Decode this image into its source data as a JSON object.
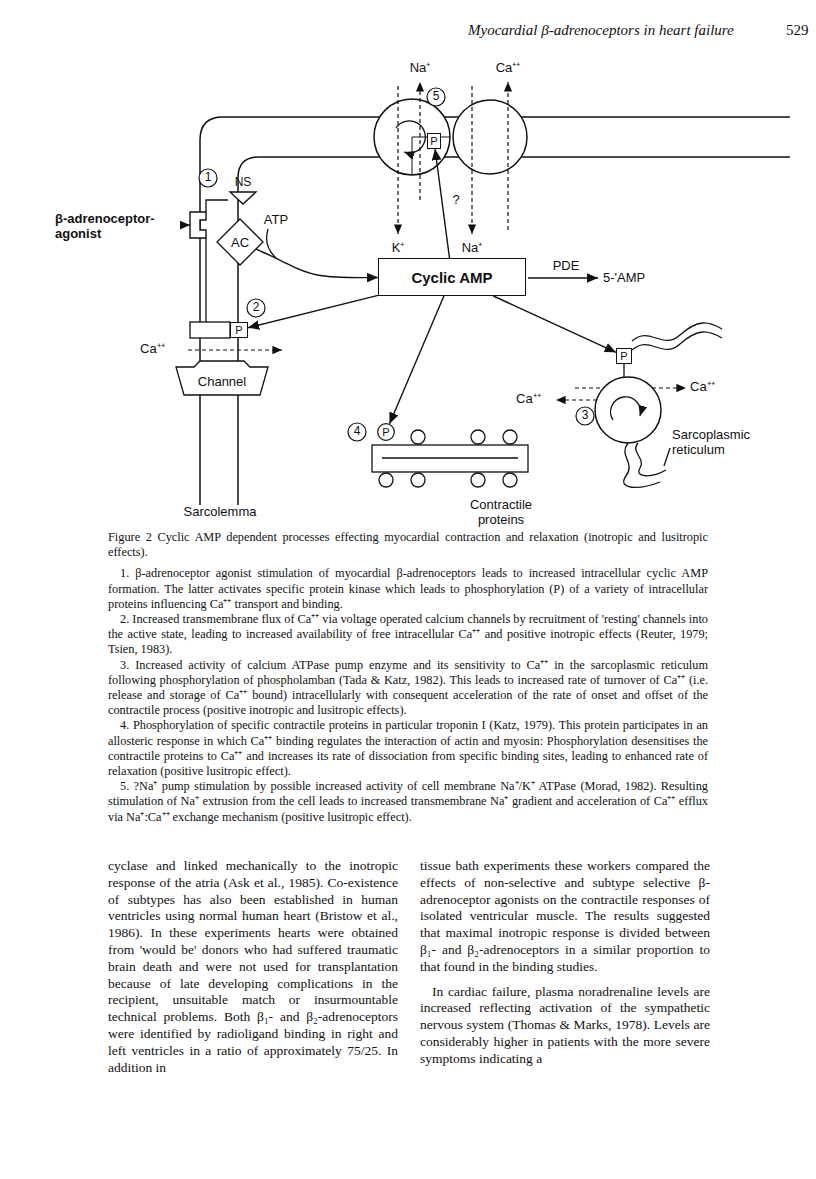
{
  "diagram": {
    "title": "Myocardial β-adrenoceptors in heart failure",
    "caption": "Figure 2 Cyclic AMP dependent processes effecting myocardial contraction and relaxation (inotropic and lusitropic effects).",
    "nodes": [
      {
        "text": [
          "P"
        ]
      },
      {
        "text": [
          "NS"
        ]
      },
      {
        "text": [
          "AC"
        ]
      },
      {
        "text": [
          "Cyclic AMP"
        ]
      },
      {
        "text": [
          "P"
        ]
      },
      {
        "text": [
          "P"
        ]
      },
      {
        "text": [
          "Channel"
        ]
      },
      {
        "text": [
          "P"
        ]
      }
    ],
    "edges": [
      {
        "from": 2,
        "to": 3,
        "arrow": "to"
      },
      {
        "from": 3,
        "to": 0,
        "arrow": "to"
      },
      {
        "from": 3,
        "to": 4,
        "arrow": "to"
      },
      {
        "from": 3,
        "to": 5,
        "arrow": "to"
      },
      {
        "from": 3,
        "to": 7,
        "arrow": "to"
      }
    ],
    "labels": [
      "529",
      "Na⁺",
      "Ca⁺⁺",
      "5",
      "?",
      "K⁺",
      "Na⁺",
      "1",
      "β-adrenoceptor-agonist",
      "ATP",
      "PDE",
      "5-'AMP",
      "2",
      "Ca⁺⁺",
      "3",
      "Ca⁺⁺",
      "Ca⁺⁺",
      "Sarcoplasmic reticulum",
      "4",
      "Sarcolemma",
      "Contractile proteins",
      "1. β-adrenoceptor agonist stimulation of myocardial β-adrenoceptors leads to increased intracellular cyclic AMP formation. The latter activates specific protein kinase which leads to phosphorylation (P) of a variety of intracellular proteins influencing Ca⁺⁺ transport and binding.",
      "2. Increased transmembrane flux of Ca⁺⁺ via voltage operated calcium channels by recruitment of 'resting' channels into the active state, leading to increased availability of free intracellular Ca⁺⁺ and positive inotropic effects (Reuter, 1979; Tsien, 1983).",
      "3. Increased activity of calcium ATPase pump enzyme and its sensitivity to Ca⁺⁺ in the sarcoplasmic reticulum following phosphorylation of phospholamban (Tada & Katz, 1982). This leads to increased rate of turnover of Ca⁺⁺ (i.e. release and storage of Ca⁺⁺ bound) intracellularly with consequent acceleration of the rate of onset and offset of the contractile process (positive inotropic and lusitropic effects).",
      "4. Phosphorylation of specific contractile proteins in particular troponin I (Katz, 1979). This protein participates in an allosteric response in which Ca⁺⁺ binding regulates the interaction of actin and myosin: Phosphorylation desensitises the contractile proteins to Ca⁺⁺ and increases its rate of dissociation from specific binding sites, leading to enhanced rate of relaxation (positive lusitropic effect).",
      "5. ?Na⁺ pump stimulation by possible increased activity of cell membrane Na⁺/K⁺ ATPase (Morad, 1982). Resulting stimulation of Na⁺ extrusion from the cell leads to increased transmembrane Na⁺ gradient and acceleration of Ca⁺⁺ efflux via Na⁺:Ca⁺⁺ exchange mechanism (positive lusitropic effect).",
      "cyclase and linked mechanically to the inotropic response of the atria (Ask et al., 1985). Co-existence of subtypes has also been established in human ventricles using normal human heart (Bristow et al., 1986). In these experiments hearts were obtained from 'would be' donors who had suffered traumatic brain death and were not used for transplantation because of late developing complications in the recipient, unsuitable match or insurmountable technical problems. Both β₁- and β₂-adrenoceptors were identified by radioligand binding in right and left ventricles in a ratio of approximately 75/25. In addition in",
      "tissue bath experiments these workers compared the effects of non-selective and subtype selective β-adrenoceptor agonists on the contractile responses of isolated ventricular muscle. The results suggested that maximal inotropic response is divided between β₁- and β₂-adrenoceptors in a similar proportion to that found in the binding studies.",
      "In cardiac failure, plasma noradrenaline levels are increased reflecting activation of the sympathetic nervous system (Thomas & Marks, 1978). Levels are considerably higher in patients with the more severe symptoms indicating a"
    ]
  }
}
